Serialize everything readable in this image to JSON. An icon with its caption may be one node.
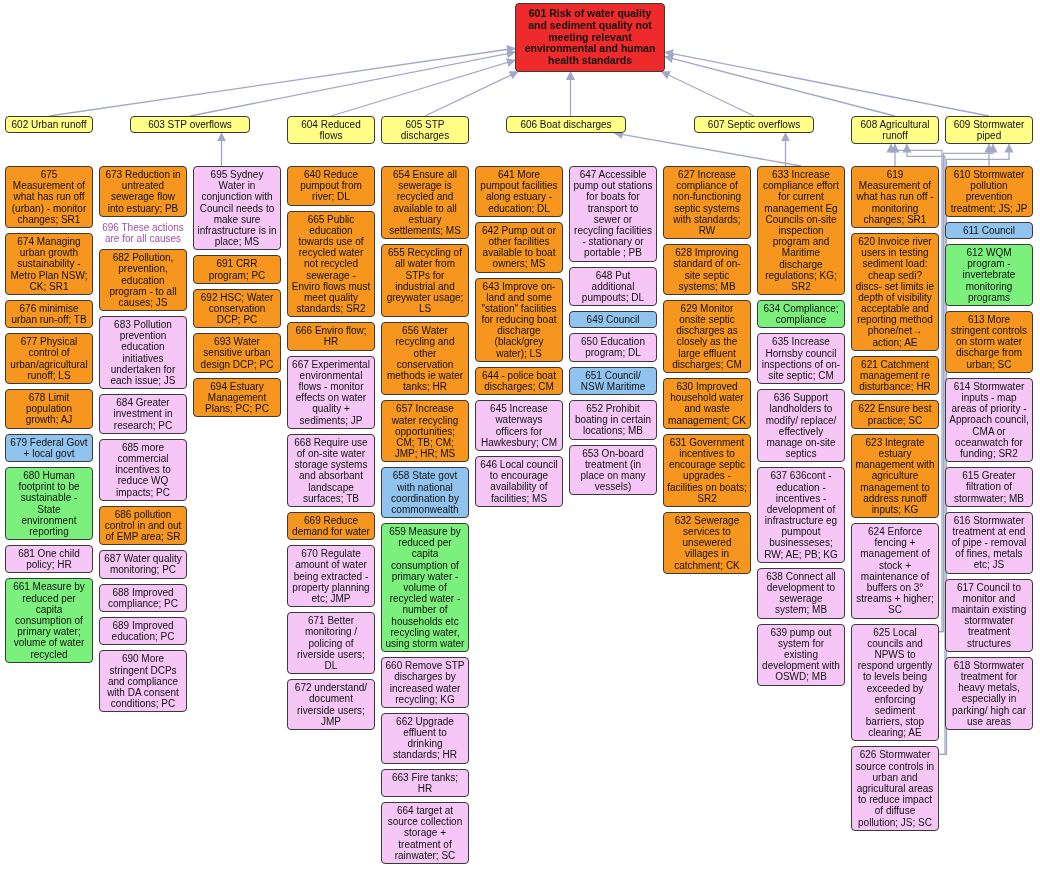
{
  "diagram": {
    "nodes": [
      {
        "text": [
          "601 Risk of water quality and sediment quality not meeting relevant environmental and human health standards"
        ]
      },
      {
        "text": [
          "602 Urban runoff"
        ]
      },
      {
        "text": [
          "603 STP overflows"
        ]
      },
      {
        "text": [
          "604 Reduced flows"
        ]
      },
      {
        "text": [
          "605 STP discharges"
        ]
      },
      {
        "text": [
          "606 Boat discharges"
        ]
      },
      {
        "text": [
          "607 Septic overflows"
        ]
      },
      {
        "text": [
          "608 Agricultural runoff"
        ]
      },
      {
        "text": [
          "609 Stormwater piped"
        ]
      },
      {
        "text": [
          "675 Measurement of what has run off (urban) - monitor changes; SR1"
        ]
      },
      {
        "text": [
          "674 Managing urban growth sustainability - Metro Plan NSW; CK; SR1"
        ]
      },
      {
        "text": [
          "676 minimise urban run-off; TB"
        ]
      },
      {
        "text": [
          "677 Physical control of urban/agricultural runoff; LS"
        ]
      },
      {
        "text": [
          "678 Limit population growth; AJ"
        ]
      },
      {
        "text": [
          "679 Federal Govt + local govt"
        ]
      },
      {
        "text": [
          "680 Human footprint to be sustainable - State environment reporting"
        ]
      },
      {
        "text": [
          "681 One child policy; HR"
        ]
      },
      {
        "text": [
          "661 Measure by reduced per capita consumption of primary water; volume of water recycled"
        ]
      },
      {
        "text": [
          "673 Reduction in untreated sewerage flow into estuary; PB"
        ]
      },
      {
        "text": [
          "682 Pollution, prevention, education program - to all causes; JS"
        ]
      },
      {
        "text": [
          "683 Pollution prevention education initiatives undertaken for each issue; JS"
        ]
      },
      {
        "text": [
          "684 Greater investment in research; PC"
        ]
      },
      {
        "text": [
          "685 more commercial incentives to reduce WQ impacts; PC"
        ]
      },
      {
        "text": [
          "686 pollution control in and out of EMP area; SR"
        ]
      },
      {
        "text": [
          "687 Water quality monitoring; PC"
        ]
      },
      {
        "text": [
          "688 Improved compliance; PC"
        ]
      },
      {
        "text": [
          "689 Improved education; PC"
        ]
      },
      {
        "text": [
          "690 More stringent DCPs and compliance with DA consent conditions; PC"
        ]
      },
      {
        "text": [
          "695 Sydney Water in conjunction with Council needs to make sure infrastructure is in place; MS"
        ]
      },
      {
        "text": [
          "691 CRR program; PC"
        ]
      },
      {
        "text": [
          "692 HSC; Water conservation DCP; PC"
        ]
      },
      {
        "text": [
          "693 Water sensitive urban design DCP; PC"
        ]
      },
      {
        "text": [
          "694 Estuary Management Plans; PC; PC"
        ]
      },
      {
        "text": [
          "640 Reduce pumpout from river; DL"
        ]
      },
      {
        "text": [
          "665 Public education towards use of recycled water not recycled sewerage - Enviro flows must meet quality standards; SR2"
        ]
      },
      {
        "text": [
          "666 Enviro flow; HR"
        ]
      },
      {
        "text": [
          "667 Experimental environmental flows - monitor effects on water quality + sediments; JP"
        ]
      },
      {
        "text": [
          "668 Require use of on-site water storage systems and absorbant landscape surfaces; TB"
        ]
      },
      {
        "text": [
          "669 Reduce demand for water"
        ]
      },
      {
        "text": [
          "670 Regulate amount of water being extracted - property planning etc; JMP"
        ]
      },
      {
        "text": [
          "671 Better monitoring / policing of riverside users; DL"
        ]
      },
      {
        "text": [
          "672 understand/ document riverside users; JMP"
        ]
      },
      {
        "text": [
          "654 Ensure all sewerage is recycled and available to all estuary settlements; MS"
        ]
      },
      {
        "text": [
          "655 Recycling of all water from STPs for industrial and greywater usage; LS"
        ]
      },
      {
        "text": [
          "656 Water recycling and other conservation methods ie water tanks; HR"
        ]
      },
      {
        "text": [
          "657 Increase water recycling opportunities; CM; TB; CM; JMP; HR; MS"
        ]
      },
      {
        "text": [
          "658 State govt with national coordination by commonwealth"
        ]
      },
      {
        "text": [
          "659 Measure by reduced per capita consumption of primary water - volume of recycled water - number of households etc recycling water, using storm water"
        ]
      },
      {
        "text": [
          "660 Remove STP discharges by increased water recycling; KG"
        ]
      },
      {
        "text": [
          "662 Upgrade effluent to drinking standards; HR"
        ]
      },
      {
        "text": [
          "663 Fire tanks; HR"
        ]
      },
      {
        "text": [
          "664 target at source collection storage + treatment of rainwater; SC"
        ]
      },
      {
        "text": [
          "641 More pumpout facilities along estuary - education; DL"
        ]
      },
      {
        "text": [
          "642 Pump out or other facilities available to boat owners; MS"
        ]
      },
      {
        "text": [
          "643 Improve on-land and some \"station\" facilities for reducing boat discharge (black/grey water); LS"
        ]
      },
      {
        "text": [
          "644 - police boat discharges; CM"
        ]
      },
      {
        "text": [
          "633 Increase compliance effort for current management Eg Councils on-site inspection program and Maritime discharge regulations; KG; SR2"
        ]
      },
      {
        "text": [
          "645 Increase waterways officers for Hawkesbury; CM"
        ]
      },
      {
        "text": [
          "646 Local council to encourage availability of facilities; MS"
        ]
      },
      {
        "text": [
          "647 Accessible pump out stations for boats for transport to sewer or recycling facilities - stationary or portable ; PB"
        ]
      },
      {
        "text": [
          "648 Put additional pumpouts; DL"
        ]
      },
      {
        "text": [
          "649 Council"
        ]
      },
      {
        "text": [
          "650 Education program; DL"
        ]
      },
      {
        "text": [
          "651 Council/ NSW Maritime"
        ]
      },
      {
        "text": [
          "652 Prohibit boating in certain locations; MB"
        ]
      },
      {
        "text": [
          "653 On-board treatment (in place on many vessels)"
        ]
      },
      {
        "text": [
          "627 Increase compliance of non-functioning septic systems with standards; RW"
        ]
      },
      {
        "text": [
          "628 Improving standard of on-site septic systems; MB"
        ]
      },
      {
        "text": [
          "629 Monitor onsite septic discharges as closely as the large effluent discharges; CM"
        ]
      },
      {
        "text": [
          "630 Improved household water and waste management; CK"
        ]
      },
      {
        "text": [
          "631 Government incentives to encourage septic upgrades - facilities on boats; SR2"
        ]
      },
      {
        "text": [
          "632 Sewerage services to unsewered villages in catchment; CK"
        ]
      },
      {
        "text": [
          "634 Compliance; compliance"
        ]
      },
      {
        "text": [
          "635 Increase Hornsby council inspections of on-site septic; CM"
        ]
      },
      {
        "text": [
          "636 Support landholders to modify/ replace/ effectively manage on-site septics"
        ]
      },
      {
        "text": [
          "637 636cont - education - incentives - development of infrastructure eg pumpout businesseses; RW; AE; PB; KG"
        ]
      },
      {
        "text": [
          "638 Connect all development to sewerage system; MB"
        ]
      },
      {
        "text": [
          "639 pump out system for existing development with OSWD; MB"
        ]
      },
      {
        "text": [
          "619 Measurement of what has run off - monitoring changes; SR1"
        ]
      },
      {
        "text": [
          "620 Invoice river users in testing sediment load: cheap sedi? discs- set limits ie depth of visibility acceptable and reporting method phone/net→ action; AE"
        ]
      },
      {
        "text": [
          "621 Catchment management re disturbance; HR"
        ]
      },
      {
        "text": [
          "622 Ensure best practice; SC"
        ]
      },
      {
        "text": [
          "623 Integrate estuary management with agriculture management to address runoff inputs; KG"
        ]
      },
      {
        "text": [
          "624 Enforce fencing + management of stock + maintenance of buffers on 3° streams + higher; SC"
        ]
      },
      {
        "text": [
          "625 Local councils and NPWS to respond urgently to levels being exceeded by enforcing sediment barriers, stop clearing; AE"
        ]
      },
      {
        "text": [
          "626 Stormwater source controls in urban and agricultural areas to reduce impact of diffuse pollution; JS; SC"
        ]
      },
      {
        "text": [
          "610 Stormwater pollution prevention treatment; JS; JP"
        ]
      },
      {
        "text": [
          "611 Council"
        ]
      },
      {
        "text": [
          "612 WQM program - invertebrate monitoring programs"
        ]
      },
      {
        "text": [
          "613 More stringent controls on storm water discharge from urban; SC"
        ]
      },
      {
        "text": [
          "614 Stormwater inputs - map areas of priority - Approach council, CMA or oceanwatch for funding; SR2"
        ]
      },
      {
        "text": [
          "615 Greater filtration of stormwater; MB"
        ]
      },
      {
        "text": [
          "616 Stormwater treatment at end of pipe - removal of fines, metals etc; JS"
        ]
      },
      {
        "text": [
          "617 Council to monitor and maintain existing stormwater treatment structures"
        ]
      },
      {
        "text": [
          "618 Stormwater treatment for heavy metals, especially in parking/ high car use areas"
        ]
      }
    ],
    "edges": [
      {
        "from": 1,
        "to": 0,
        "arrow": "to"
      },
      {
        "from": 2,
        "to": 0,
        "arrow": "to"
      },
      {
        "from": 3,
        "to": 0,
        "arrow": "to"
      },
      {
        "from": 4,
        "to": 0,
        "arrow": "to"
      },
      {
        "from": 5,
        "to": 0,
        "arrow": "to"
      },
      {
        "from": 6,
        "to": 0,
        "arrow": "to"
      },
      {
        "from": 7,
        "to": 0,
        "arrow": "to"
      },
      {
        "from": 8,
        "to": 0,
        "arrow": "to"
      },
      {
        "from": 28,
        "to": 2,
        "arrow": "to"
      },
      {
        "from": 78,
        "to": 7,
        "arrow": "to"
      },
      {
        "from": 86,
        "to": 8,
        "arrow": "to"
      },
      {
        "from": 56,
        "to": 5,
        "arrow": "to"
      },
      {
        "from": 56,
        "to": 6,
        "arrow": "to"
      },
      {
        "from": 84,
        "to": 7,
        "arrow": "to"
      },
      {
        "from": 84,
        "to": 8,
        "arrow": "to"
      },
      {
        "from": 85,
        "to": 7,
        "arrow": "to"
      },
      {
        "from": 85,
        "to": 8,
        "arrow": "to"
      }
    ],
    "labels": [
      "696 These actions are for all causes"
    ]
  }
}
